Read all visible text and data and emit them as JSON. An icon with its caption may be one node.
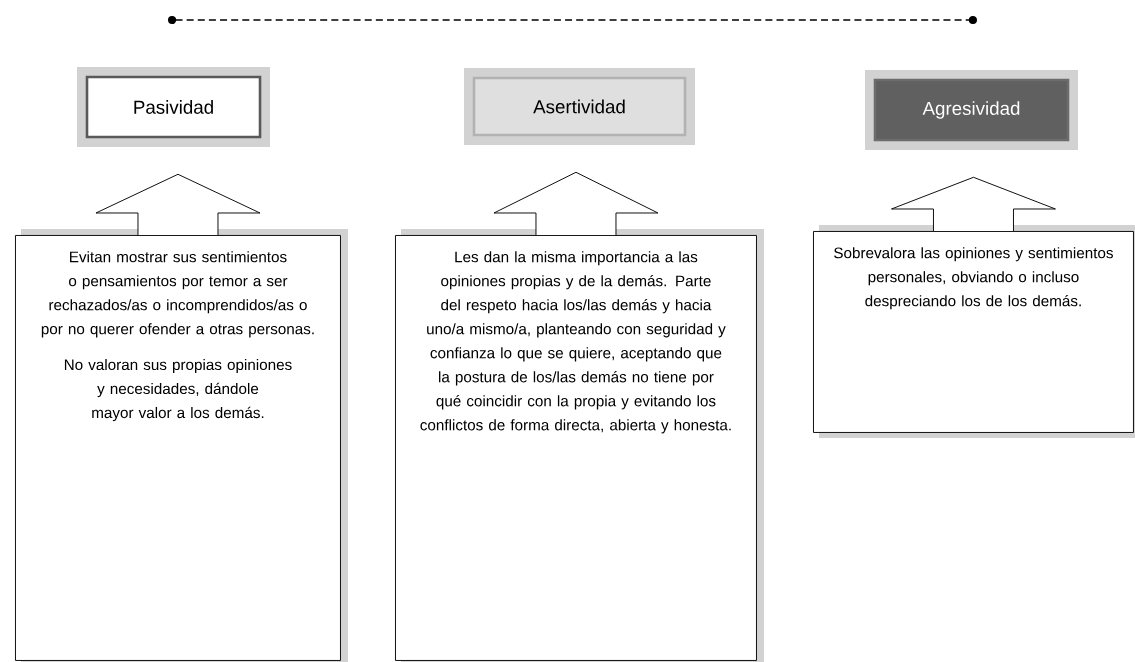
{
  "diagram": {
    "nodes": [
      {
        "text": [
          "Pasividad"
        ]
      },
      {
        "text": [
          "Asertividad"
        ]
      },
      {
        "text": [
          "Agresividad"
        ]
      },
      {
        "text": [
          "Evitan mostrar sus sentimientos o pensamientos por temor a ser rechazados/as o incomprendidos/as o por no querer ofender a otras personas.",
          "No valoran sus propias opiniones y necesidades, dándole mayor valor a los demás."
        ]
      },
      {
        "text": [
          "Les dan la misma importancia a las opiniones propias y de la demás. Parte del respeto hacia los/las demás y hacia uno/a mismo/a, planteando con seguridad y confianza lo que se quiere, aceptando que la postura de los/las demás no tiene por qué coincidir con la propia y evitando los conflictos de forma directa, abierta y honesta."
        ]
      },
      {
        "text": [
          "Sobrevalora las opiniones y sentimientos personales, obviando o incluso despreciando los de los demás."
        ]
      }
    ],
    "edges": [
      {
        "from": 3,
        "to": 0,
        "arrow": "to"
      },
      {
        "from": 4,
        "to": 1,
        "arrow": "to"
      },
      {
        "from": 5,
        "to": 2,
        "arrow": "to"
      }
    ]
  }
}
